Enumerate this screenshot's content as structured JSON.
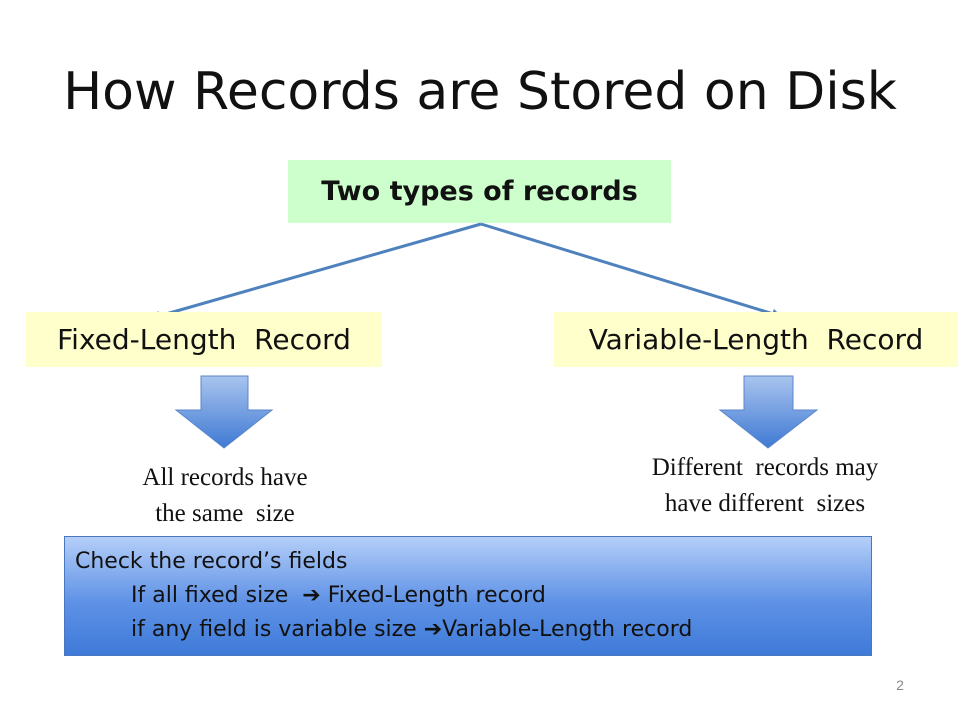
{
  "title": "How Records are Stored on Disk",
  "root_box": {
    "label": "Two types of records"
  },
  "left_box": {
    "label": "Fixed-Length  Record"
  },
  "right_box": {
    "label": "Variable-Length  Record"
  },
  "left_desc": {
    "line1": "All records have",
    "line2": "the same  size"
  },
  "right_desc": {
    "line1": "Different  records may",
    "line2": "have different  sizes"
  },
  "check_box": {
    "line1": "Check the record’s fields",
    "line2_pre": "If all fixed size  ",
    "line2_post": " Fixed-Length record",
    "line3_pre": "if any field is variable size ",
    "line3_post": "Variable-Length record",
    "arrow_glyph": "➔"
  },
  "page_number": "2",
  "colors": {
    "root_fill": "#ccffcc",
    "record_fill": "#ffffcc",
    "connector": "#4f81bd",
    "down_arrow": "#4f81bd"
  }
}
